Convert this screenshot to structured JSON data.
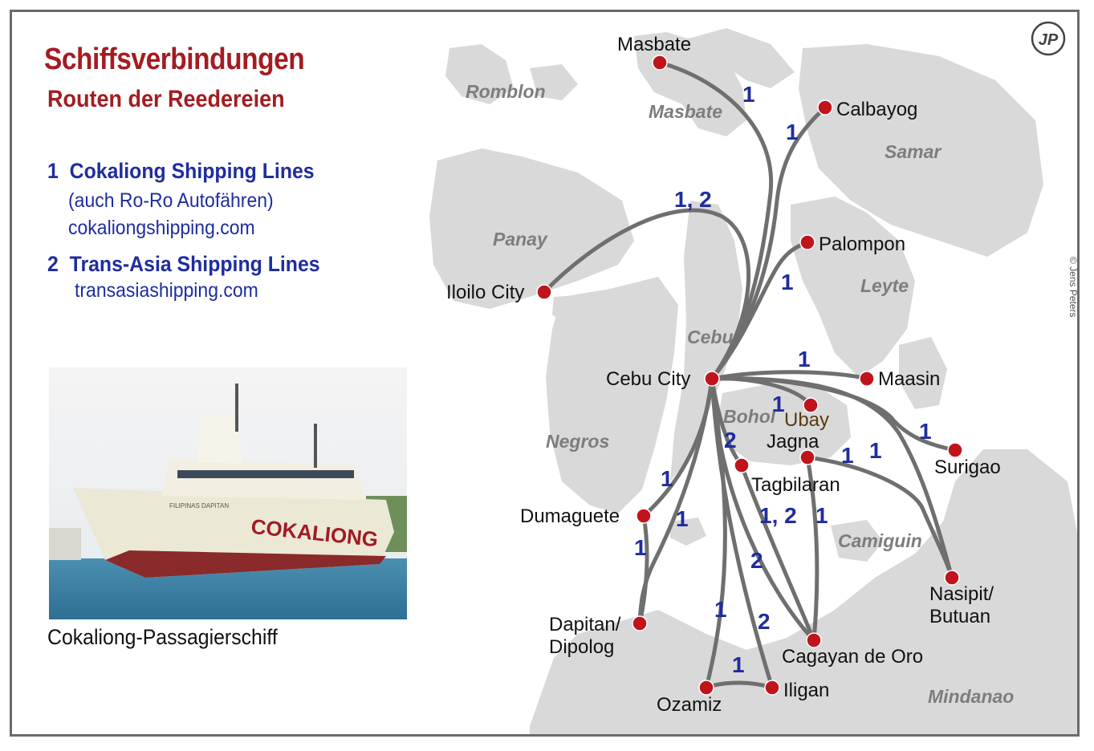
{
  "title": "Schiffsverbindungen",
  "subtitle": "Routen der Reedereien",
  "legend": [
    {
      "number": "1",
      "name": "Cokaliong Shipping Lines",
      "note": "(auch Ro-Ro Autofähren)",
      "website": "cokaliongshipping.com"
    },
    {
      "number": "2",
      "name": "Trans-Asia Shipping Lines",
      "website": "transasiashipping.com"
    }
  ],
  "photo_caption": "Cokaliong-Passagierschiff",
  "ship_hull_text": "COKALIONG",
  "ship_bow_text": "FILIPINAS DAPITAN",
  "copyright": "© Jens Peters",
  "logo_text": "JP",
  "colors": {
    "title": "#a31c22",
    "legend": "#1f2d9e",
    "route": "#6f6f6f",
    "port": "#c0141c",
    "land": "#d9d9d9",
    "island_label": "#7d7d7d"
  },
  "islands": [
    "Romblon",
    "Masbate",
    "Samar",
    "Panay",
    "Leyte",
    "Cebu",
    "Bohol",
    "Negros",
    "Camiguin",
    "Mindanao"
  ],
  "ports": [
    "Masbate",
    "Calbayog",
    "Palompon",
    "Iloilo City",
    "Cebu City",
    "Maasin",
    "Ubay",
    "Jagna",
    "Surigao",
    "Tagbilaran",
    "Dumaguete",
    "Nasipit/ Butuan",
    "Dapitan/ Dipolog",
    "Cagayan de Oro",
    "Ozamiz",
    "Iligan"
  ],
  "route_labels": [
    "1",
    "1",
    "1, 2",
    "1",
    "1",
    "1",
    "1",
    "2",
    "1",
    "1",
    "1",
    "1",
    "1",
    "1, 2",
    "1",
    "1",
    "2",
    "1",
    "2",
    "1"
  ]
}
